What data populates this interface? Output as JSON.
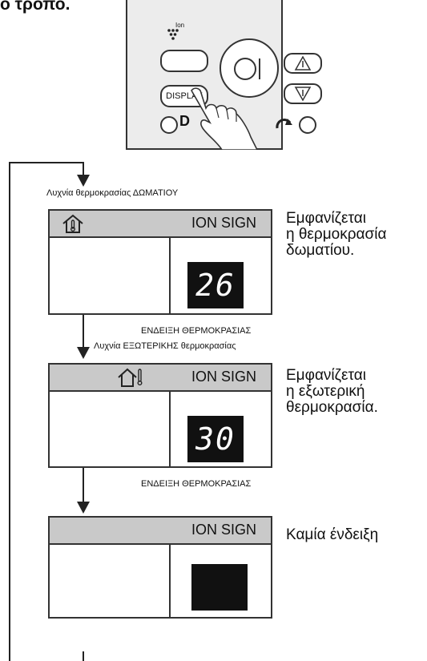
{
  "heading": "ο τρόπο.",
  "remote": {
    "ion_label": "Ion",
    "display_label": "DISPLAY",
    "d_label": "D"
  },
  "states": [
    {
      "top_caption": "Λυχνία θερμοκρασίας ΔΩΜΑΤΙΟΥ",
      "sign": "ION SIGN",
      "temp": "26",
      "description": [
        "Εμφανίζεται",
        "η θερμοκρασία",
        "δωματίου."
      ],
      "bottom_caption": "ΕΝΔΕΙΞΗ ΘΕΡΜΟΚΡΑΣΙΑΣ"
    },
    {
      "top_caption": "Λυχνία ΕΞΩΤΕΡΙΚΗΣ θερμοκρασίας",
      "sign": "ION SIGN",
      "temp": "30",
      "description": [
        "Εμφανίζεται",
        "η εξωτερική",
        "θερμοκρασία."
      ],
      "bottom_caption": "ΕΝΔΕΙΞΗ ΘΕΡΜΟΚΡΑΣΙΑΣ"
    },
    {
      "sign": "ION SIGN",
      "temp": "",
      "description": [
        "Καμία ένδειξη"
      ]
    }
  ]
}
